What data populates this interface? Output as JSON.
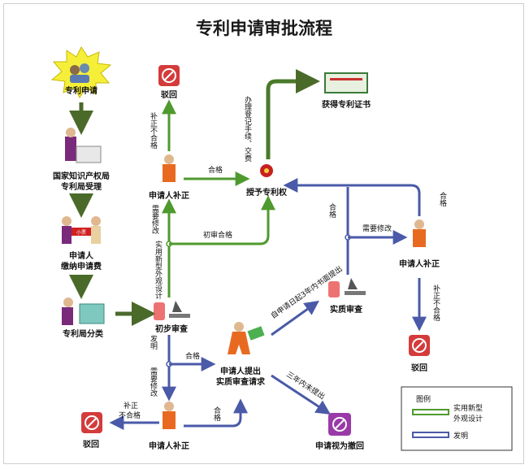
{
  "title": "专利申请审批流程",
  "nodes": {
    "apply": "专利申请",
    "accept_l1": "国家知识产权局",
    "accept_l2": "专利局受理",
    "pay_l1": "申请人",
    "pay_l2": "缴纳申请费",
    "pay_receipt": "小票",
    "classify": "专利局分类",
    "prelim": "初步审查",
    "correct_top": "申请人补正",
    "reject_top": "驳回",
    "grant": "授予专利权",
    "certificate": "获得专利证书",
    "correct_right": "申请人补正",
    "reject_right": "驳回",
    "substantive": "实质审查",
    "request_l1": "申请人提出",
    "request_l2": "实质审查请求",
    "withdrawn": "申请视为撤回",
    "correct_bottom": "申请人补正",
    "reject_bottom": "驳回"
  },
  "edges": {
    "reject_top": "补正不合格",
    "pass_top": "合格",
    "register": "办理登记手续、交费",
    "need_edit_left": "需要修改",
    "prelim_pass": "初审合格",
    "utility_design": "实用新型外观设计",
    "invention": "发明",
    "need_edit_bottom": "需要修改",
    "pass_mid": "合格",
    "reject_bottom": "补正不合格",
    "pass_bottom": "合格",
    "request_3yr": "自申请日起3年内书面提出",
    "not_3yr": "三年内未提出",
    "pass_right": "合格",
    "need_edit_right": "需要修改",
    "pass_far_right": "合格",
    "reject_right": "补正不合格"
  },
  "legend": {
    "title": "图例",
    "green": "实用新型外观设计",
    "blue": "发明"
  },
  "colors": {
    "green": "#4f9a2e",
    "blue": "#4a5aa8",
    "reject_red": "#d43b3b",
    "withdraw_purple": "#9a3aa8",
    "starburst": "#f5ef3a"
  }
}
